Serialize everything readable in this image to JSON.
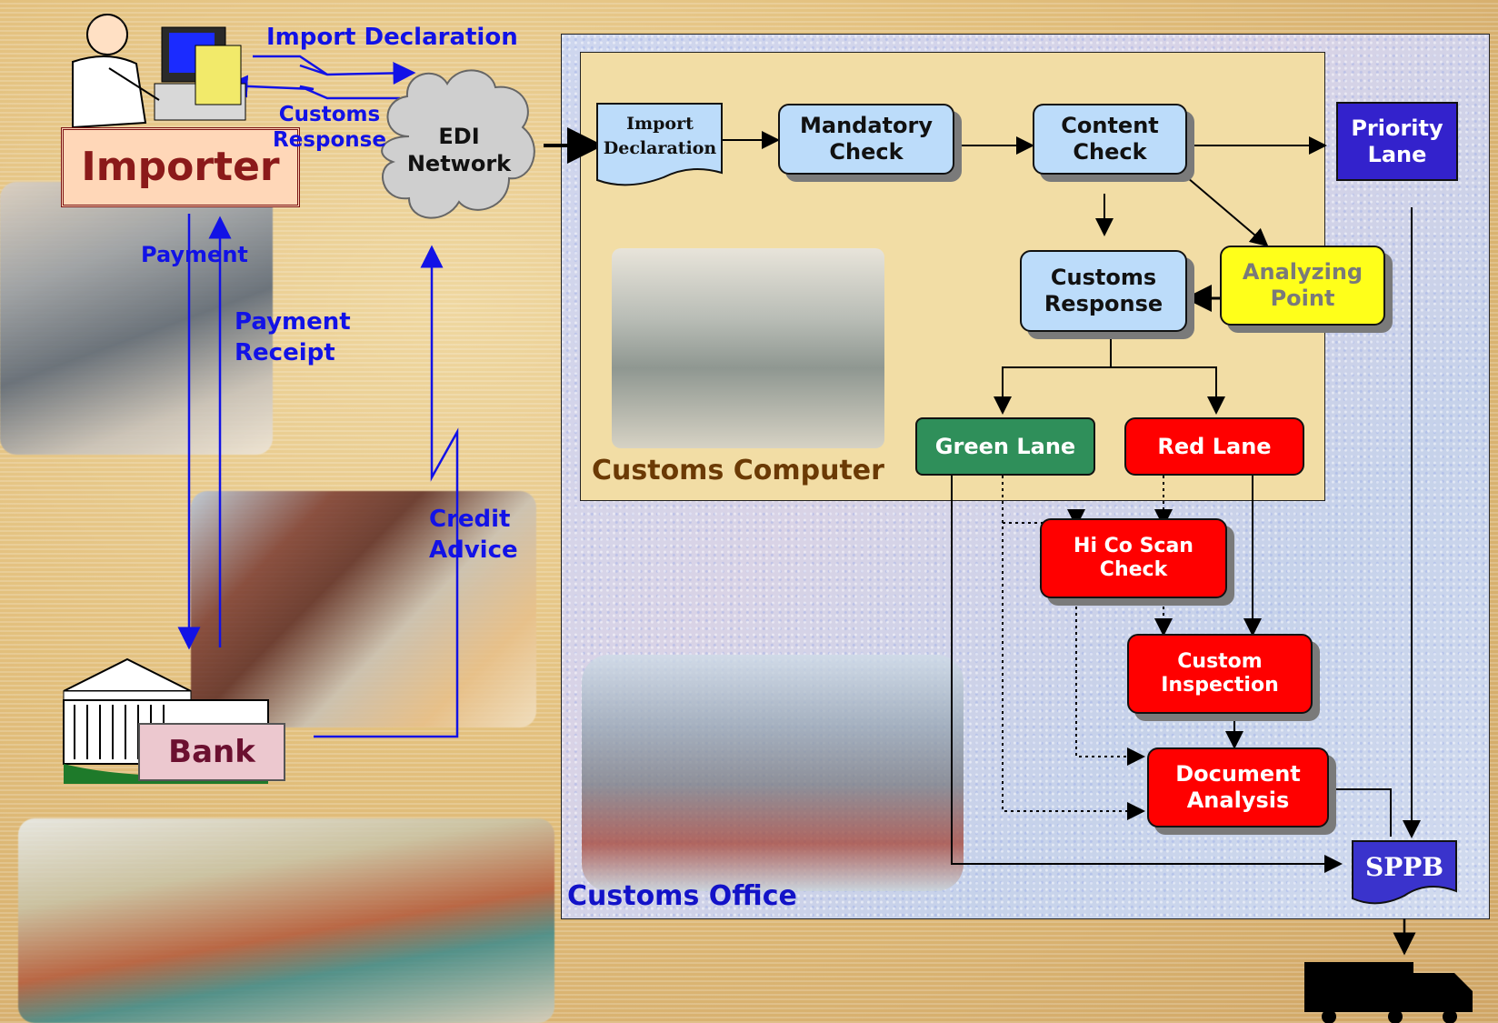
{
  "participants": {
    "importer": "Importer",
    "edi": "EDI Network",
    "bank": "Bank"
  },
  "messages": {
    "import_declaration": "Import Declaration",
    "customs_response_line1": "Customs",
    "customs_response_line2": "Response",
    "payment": "Payment",
    "payment_receipt_line1": "Payment",
    "payment_receipt_line2": "Receipt",
    "credit_advice_line1": "Credit",
    "credit_advice_line2": "Advice"
  },
  "regions": {
    "customs_computer": "Customs Computer",
    "customs_office": "Customs Office"
  },
  "nodes": {
    "import_declaration_doc": "Import Declaration",
    "mandatory_check": "Mandatory Check",
    "content_check": "Content Check",
    "priority_lane": "Priority Lane",
    "customs_response": "Customs Response",
    "analyzing_point": "Analyzing Point",
    "green_lane": "Green Lane",
    "red_lane": "Red Lane",
    "hi_co_scan": "Hi Co Scan Check",
    "custom_inspection": "Custom Inspection",
    "document_analysis": "Document Analysis",
    "sppb": "SPPB"
  },
  "colors": {
    "blue_box": "#bcdcfa",
    "red_box": "#ff0000",
    "green_box": "#2f8f5a",
    "yellow_box": "#ffff1a",
    "priority_box": "#3322cc",
    "label_blue": "#1212e6",
    "importer_text": "#8b1a1a",
    "bank_text": "#6b1030"
  },
  "icons": {
    "importer": "person-at-computer-icon",
    "edi": "cloud-icon",
    "bank": "bank-building-icon",
    "truck": "truck-icon"
  }
}
